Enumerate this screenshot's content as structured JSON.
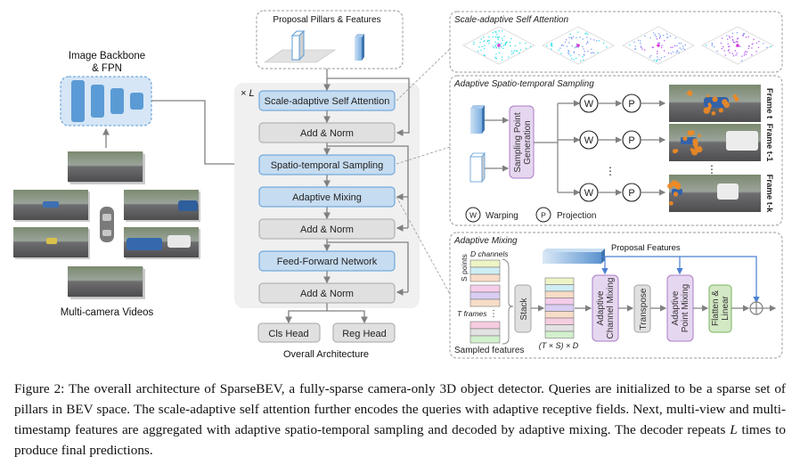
{
  "figure": {
    "left": {
      "backbone_label_line1": "Image Backbone",
      "backbone_label_line2": "& FPN",
      "videos_label": "Multi-camera Videos"
    },
    "center": {
      "proposal_title": "Proposal Pillars & Features",
      "repeat_label": "× L",
      "blocks": [
        {
          "label": "Scale-adaptive Self Attention",
          "kind": "blue"
        },
        {
          "label": "Add & Norm",
          "kind": "gray"
        },
        {
          "label": "Spatio-temporal Sampling",
          "kind": "blue"
        },
        {
          "label": "Adaptive Mixing",
          "kind": "blue"
        },
        {
          "label": "Add & Norm",
          "kind": "gray"
        },
        {
          "label": "Feed-Forward Network",
          "kind": "blue"
        },
        {
          "label": "Add & Norm",
          "kind": "gray"
        }
      ],
      "heads": [
        "Cls Head",
        "Reg Head"
      ],
      "caption": "Overall Architecture"
    },
    "ssa_panel": {
      "title": "Scale-adaptive Self Attention"
    },
    "sampling_panel": {
      "title": "Adaptive Spatio-temporal Sampling",
      "generator_line1": "Sampling Point",
      "generator_line2": "Generation",
      "w_symbol": "W",
      "p_symbol": "P",
      "frames": [
        "Frame t",
        "Frame t-1",
        "Frame t-k"
      ],
      "ellipsis": "⋮",
      "legend": [
        {
          "symbol": "W",
          "label": "Warping"
        },
        {
          "symbol": "P",
          "label": "Projection"
        }
      ]
    },
    "mixing_panel": {
      "title": "Adaptive Mixing",
      "d_channels": "D channels",
      "s_points": "S points",
      "t_frames": "T frames",
      "sampled_features": "Sampled features",
      "stack": "Stack",
      "shape_label": "(T × S) × D",
      "proposal_features": "Proposal Features",
      "channel_mixing_line1": "Adaptive",
      "channel_mixing_line2": "Channel Mixing",
      "transpose": "Transpose",
      "point_mixing_line1": "Adaptive",
      "point_mixing_line2": "Point Mixing",
      "flatten_line1": "Flatten &",
      "flatten_line2": "Linear"
    },
    "colors": {
      "blue_fill": "#c6dcf1",
      "blue_stroke": "#5b9bd5",
      "gray_fill": "#e0e0e0",
      "gray_stroke": "#a6a6a6",
      "purple_fill": "#e6d7f0",
      "purple_stroke": "#a97dc8",
      "green_fill": "#d3e8c4",
      "green_stroke": "#7ab55c",
      "panel_bg": "#f2f2f2",
      "arrow": "#808080",
      "feature_arrow": "#4a7fd1",
      "attention_cyan": "#33e0e8",
      "attention_magenta": "#d63ad8",
      "sample_orange": "#f08a24"
    }
  },
  "caption": {
    "label": "Figure 2:",
    "part1": " The overall architecture of SparseBEV, a fully-sparse camera-only 3D object detector.  Queries are initialized to be a sparse set of pillars in BEV space. The scale-adaptive self attention further encodes the queries with adaptive receptive fields.  Next, multi-view and multi-timestamp features are aggregated with adaptive spatio-temporal sampling and decoded by adaptive mixing. The decoder repeats ",
    "var": "L",
    "part2": " times to produce final predictions."
  }
}
